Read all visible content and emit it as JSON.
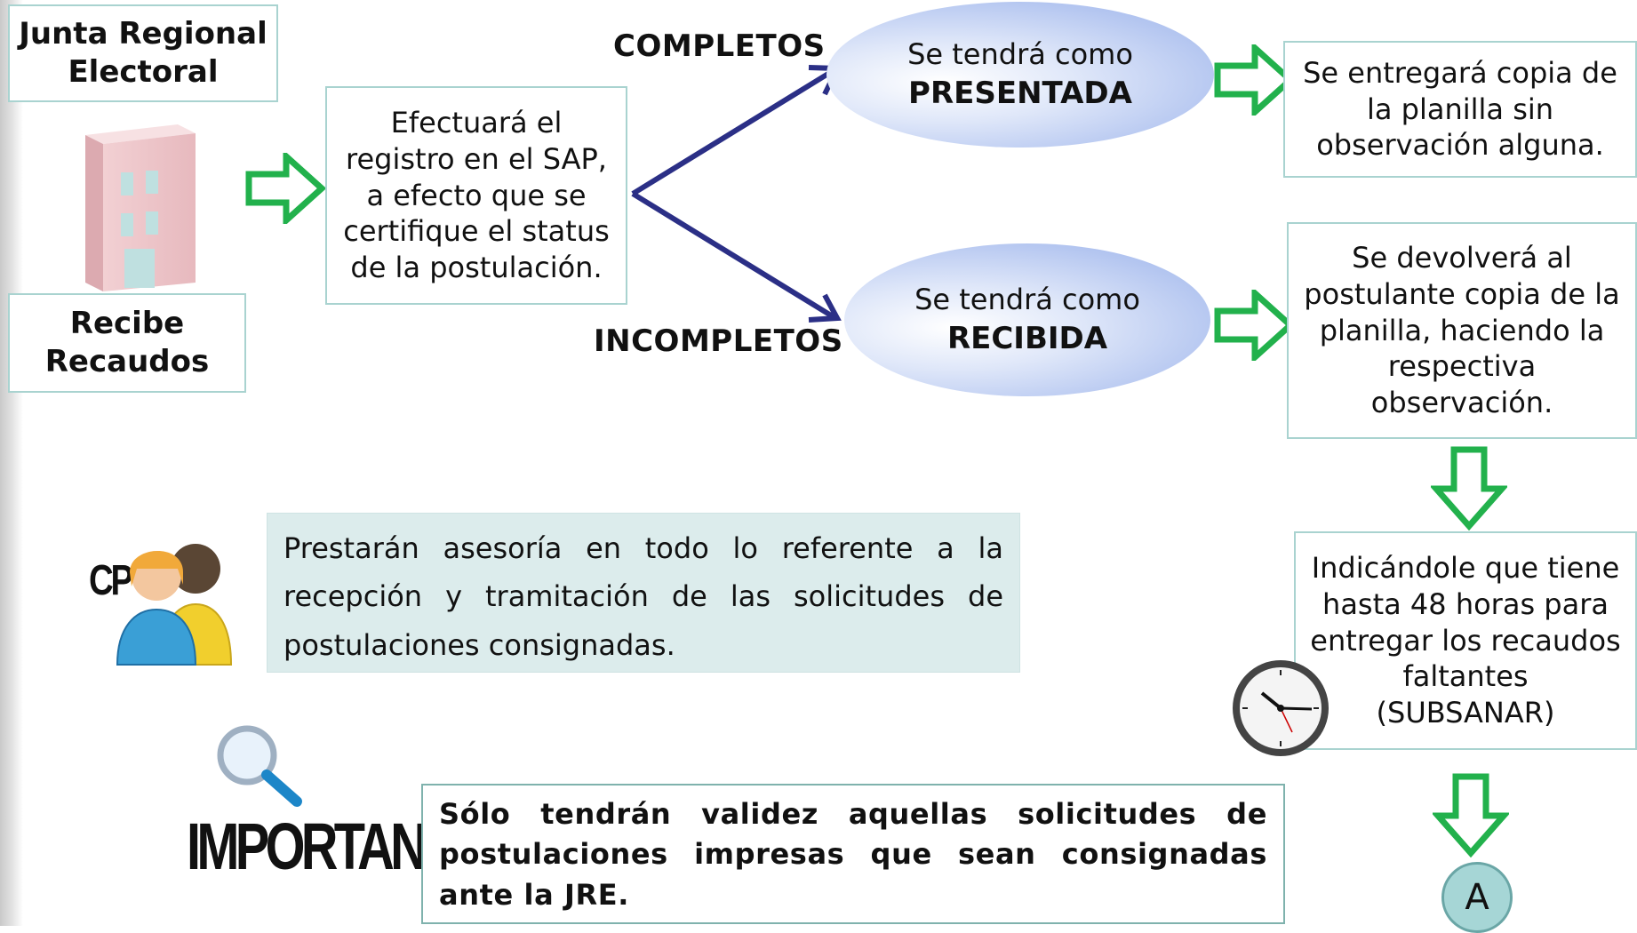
{
  "left": {
    "title": "Junta Regional\nElectoral",
    "receives": "Recibe\nRecaudos"
  },
  "process": {
    "register": "Efectuará el\nregistro en el SAP,\na efecto que se\ncertifique el status\nde la postulación."
  },
  "branches": {
    "complete": {
      "label": "COMPLETOS",
      "line1": "Se tendrá como",
      "line2": "PRESENTADA",
      "result": "Se entregará copia de\nla planilla sin\nobservación alguna."
    },
    "incomplete": {
      "label": "INCOMPLETOS",
      "line1": "Se tendrá como",
      "line2": "RECIBIDA",
      "result": "Se devolverá al\npostulante copia de la\nplanilla, haciendo la\nrespectiva\nobservación.",
      "deadline": "Indicándole que tiene\nhasta 48 horas para\nentregar los recaudos\nfaltantes\n(SUBSANAR)"
    }
  },
  "connector": "A",
  "advisory": {
    "badge": "CP",
    "text": "Prestarán asesoría en todo lo referente a la recepción y tramitación de las solicitudes de postulaciones consignadas."
  },
  "important": {
    "badge": "IMPORTANTE",
    "text": "Sólo tendrán validez aquellas solicitudes de postulaciones impresas que sean consignadas ante la JRE."
  },
  "colors": {
    "box_border": "#a9d3d0",
    "arrow_green": "#22b14c",
    "arrow_navy": "#2b2f86",
    "ellipse": "#a9bdee",
    "note_bg": "#dcecec",
    "connector": "#a6d6d6"
  },
  "icons": [
    "building-icon",
    "people-icon",
    "magnifier-icon",
    "clock-icon"
  ]
}
